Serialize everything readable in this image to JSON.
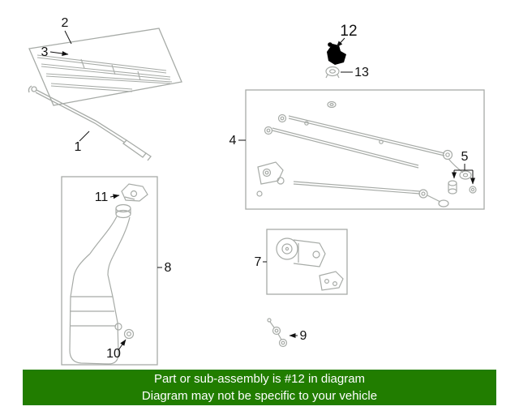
{
  "diagram": {
    "line_color": "#a7aba7",
    "callout_color": "#111111",
    "highlighted_part_color": "#000000",
    "highlighted_part_number": "12",
    "callouts": {
      "part1": "1",
      "part2": "2",
      "part3": "3",
      "part4": "4",
      "part5": "5",
      "part7": "7",
      "part8": "8",
      "part9": "9",
      "part10": "10",
      "part11": "11",
      "part12": "12",
      "part13": "13"
    }
  },
  "banner": {
    "line1": "Part or sub-assembly is #12 in diagram",
    "line2": "Diagram may not be specific to your vehicle",
    "background_color": "#217d00",
    "text_color": "#ffffff"
  }
}
